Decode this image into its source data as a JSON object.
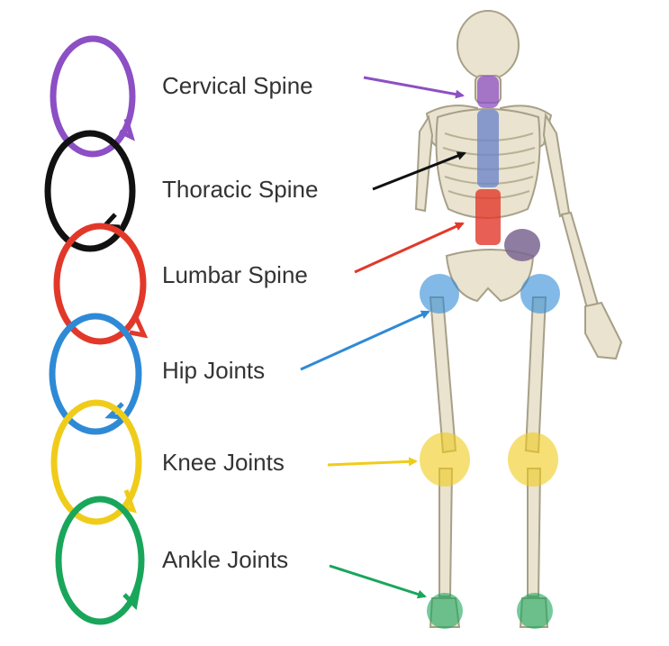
{
  "labels": {
    "cervical": "Cervical Spine",
    "thoracic": "Thoracic Spine",
    "lumbar": "Lumbar Spine",
    "hip": "Hip Joints",
    "knee": "Knee Joints",
    "ankle": "Ankle Joints"
  },
  "colors": {
    "cervical": "#8c4fc4",
    "thoracic": "#111111",
    "lumbar": "#e2382a",
    "hip": "#2f8ad6",
    "knee": "#f0cc1a",
    "ankle": "#19a65b",
    "bone": "#e9e3cf",
    "bone_stroke": "#a79f88",
    "label_text": "#333333"
  }
}
